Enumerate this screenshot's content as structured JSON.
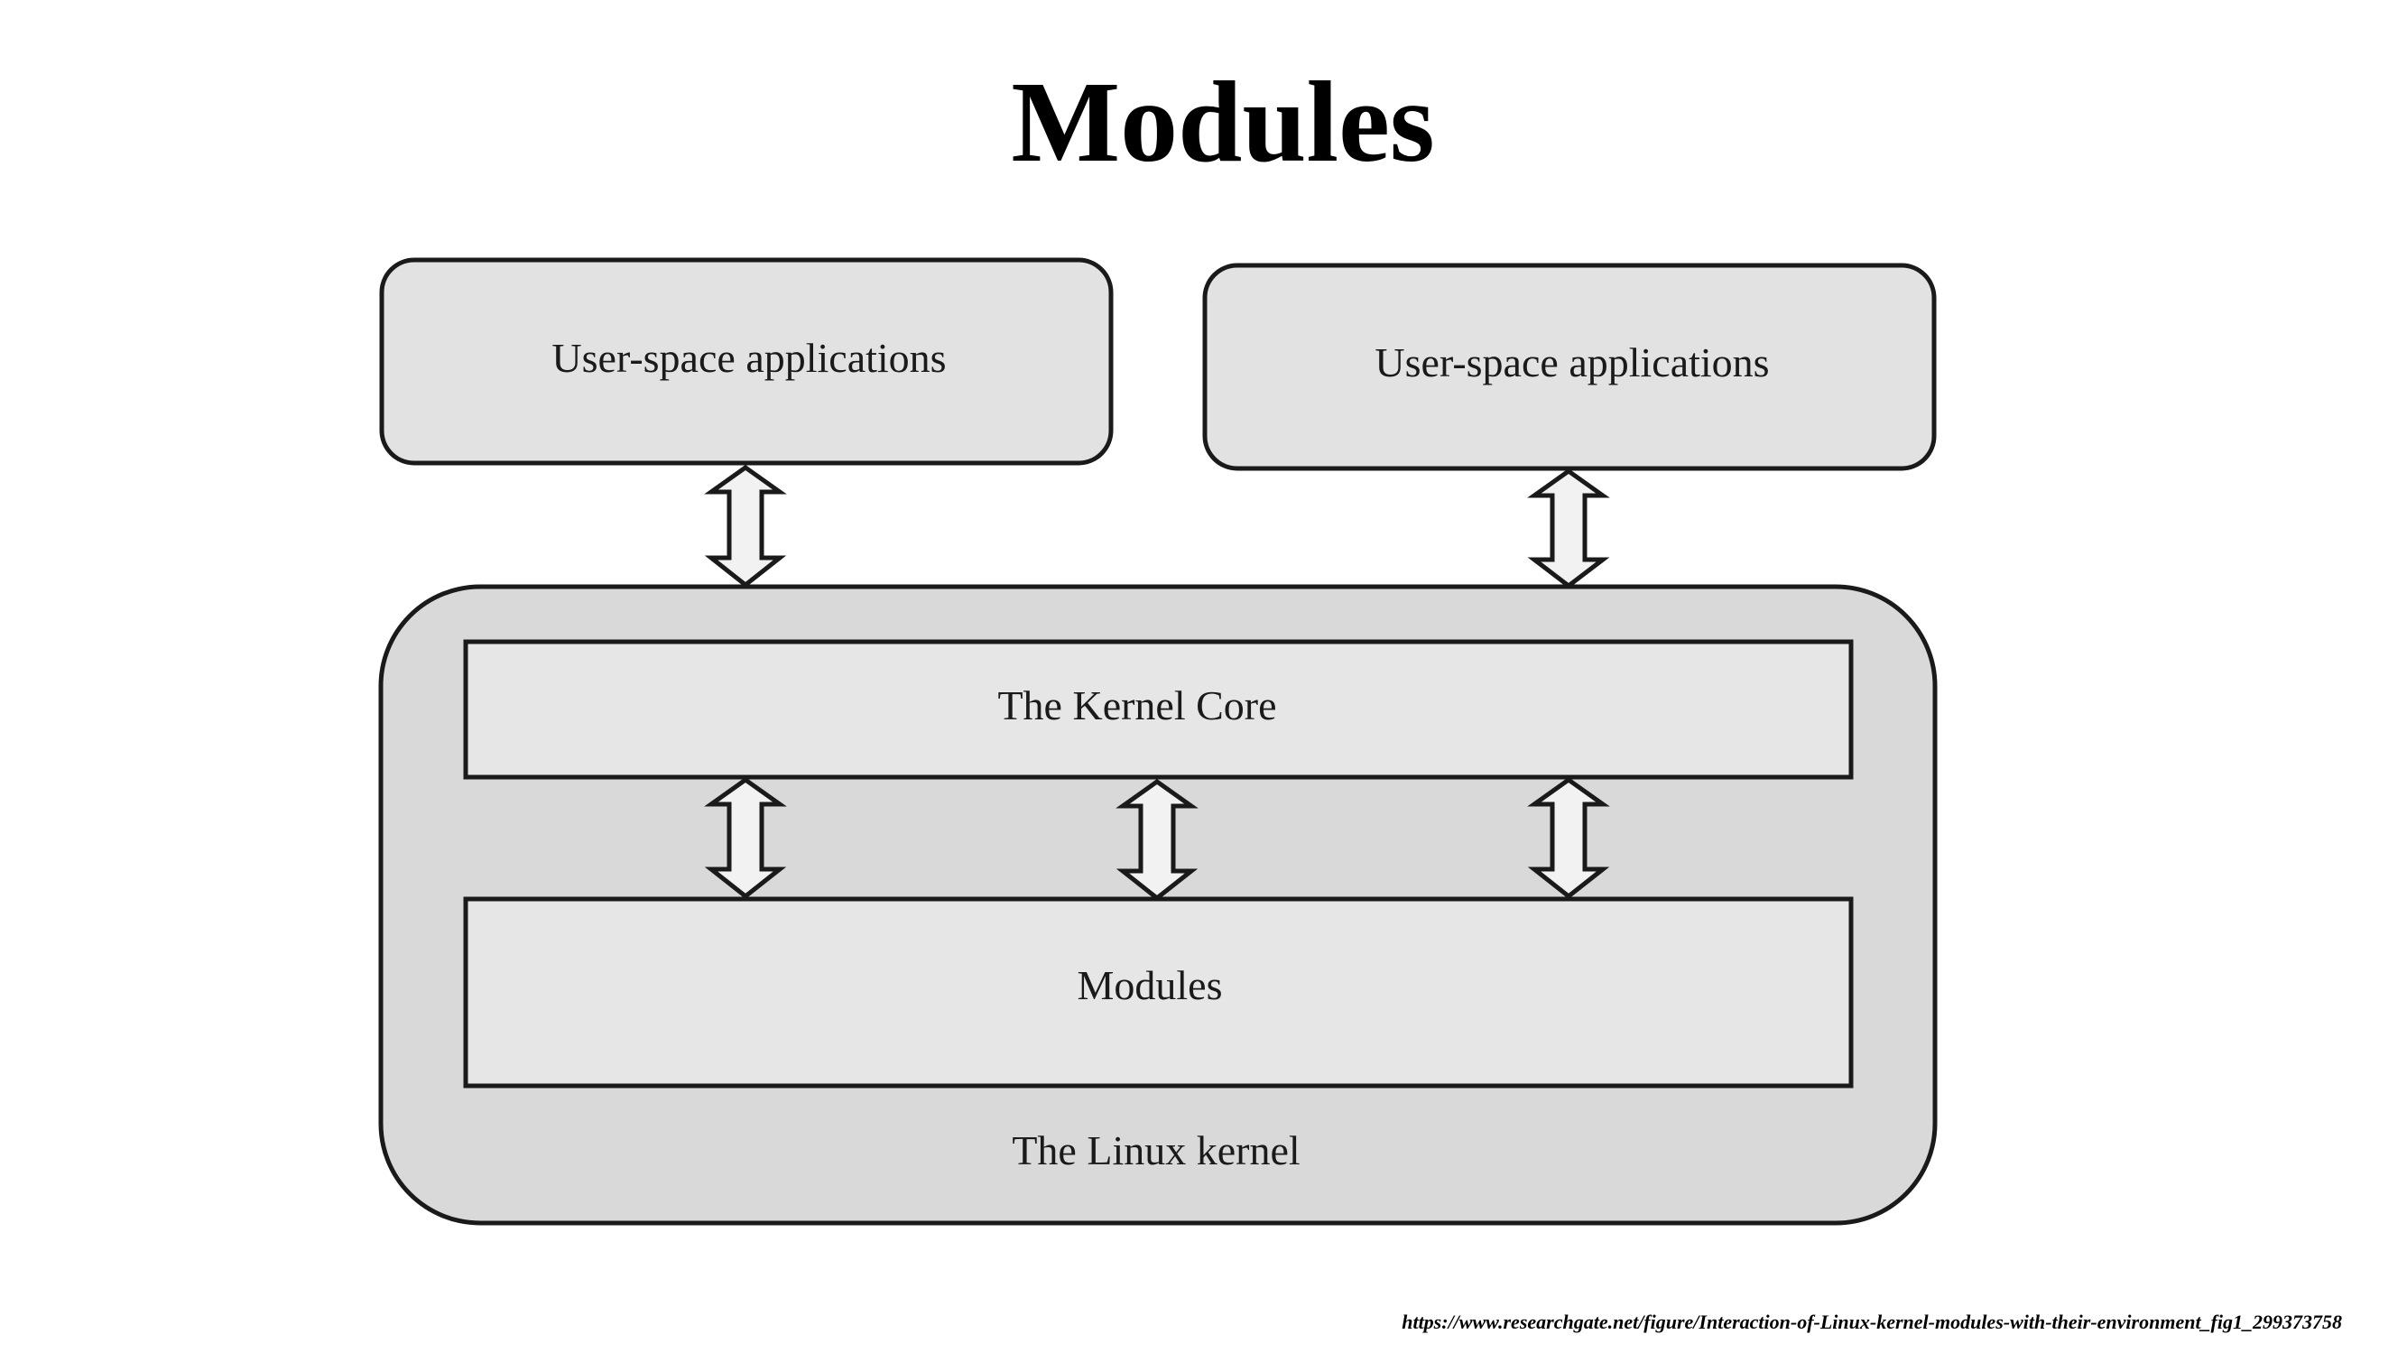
{
  "slide": {
    "title": "Modules",
    "source_url": "https://www.researchgate.net/figure/Interaction-of-Linux-kernel-modules-with-their-environment_fig1_299373758"
  },
  "diagram": {
    "colors": {
      "box_fill": "#e2e2e2",
      "kernel_fill": "#d9d9d9",
      "inner_fill": "#e6e6e6",
      "stroke": "#1a1a1a",
      "arrow_fill": "#f2f2f2"
    },
    "user_space_left": {
      "label": "User-space applications"
    },
    "user_space_right": {
      "label": "User-space applications"
    },
    "kernel": {
      "label": "The Linux kernel",
      "core_label": "The Kernel Core",
      "modules_label": "Modules"
    },
    "arrows": [
      {
        "from": "user_space_left",
        "to": "kernel",
        "icon": "double-arrow-icon"
      },
      {
        "from": "user_space_right",
        "to": "kernel",
        "icon": "double-arrow-icon"
      },
      {
        "from": "kernel_core",
        "to": "modules",
        "icon": "double-arrow-icon"
      },
      {
        "from": "kernel_core",
        "to": "modules",
        "icon": "double-arrow-icon"
      },
      {
        "from": "kernel_core",
        "to": "modules",
        "icon": "double-arrow-icon"
      }
    ]
  }
}
